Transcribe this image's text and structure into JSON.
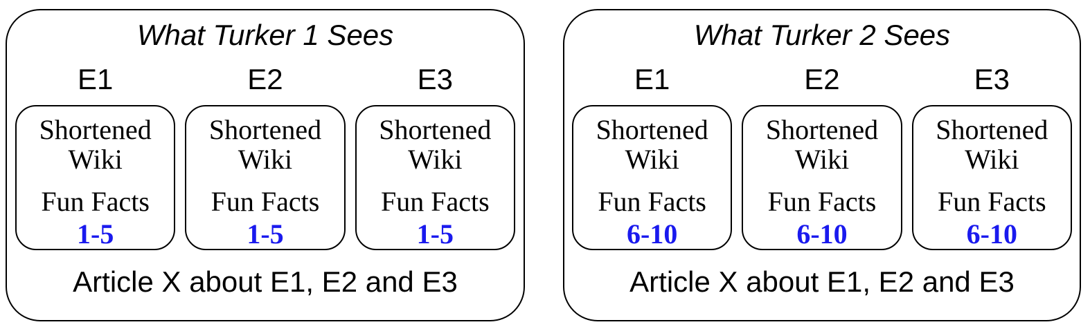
{
  "diagram": {
    "panels": [
      {
        "title": "What Turker 1 Sees",
        "entities": [
          "E1",
          "E2",
          "E3"
        ],
        "cards": [
          {
            "source_line1": "Shortened",
            "source_line2": "Wiki",
            "facts": "Fun Facts",
            "range": "1-5"
          },
          {
            "source_line1": "Shortened",
            "source_line2": "Wiki",
            "facts": "Fun Facts",
            "range": "1-5"
          },
          {
            "source_line1": "Shortened",
            "source_line2": "Wiki",
            "facts": "Fun Facts",
            "range": "1-5"
          }
        ],
        "footer": "Article X about E1, E2 and E3"
      },
      {
        "title": "What Turker 2 Sees",
        "entities": [
          "E1",
          "E2",
          "E3"
        ],
        "cards": [
          {
            "source_line1": "Shortened",
            "source_line2": "Wiki",
            "facts": "Fun Facts",
            "range": "6-10"
          },
          {
            "source_line1": "Shortened",
            "source_line2": "Wiki",
            "facts": "Fun Facts",
            "range": "6-10"
          },
          {
            "source_line1": "Shortened",
            "source_line2": "Wiki",
            "facts": "Fun Facts",
            "range": "6-10"
          }
        ],
        "footer": "Article X about E1, E2 and E3"
      }
    ]
  },
  "colors": {
    "range_text": "#1a1aee",
    "border": "#000000",
    "background": "#ffffff",
    "text": "#000000"
  }
}
